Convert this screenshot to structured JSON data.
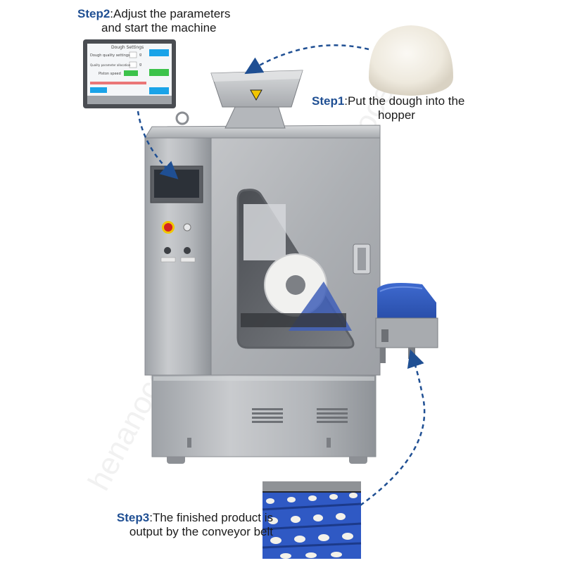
{
  "steps": {
    "step1": {
      "number": "Step1",
      "text_line1": "Put the dough into the",
      "text_line2": "hopper"
    },
    "step2": {
      "number": "Step2",
      "text_line1": "Adjust the parameters",
      "text_line2": "and start the machine"
    },
    "step3": {
      "number": "Step3",
      "text_line1": "The finished product is",
      "text_line2": "output by the conveyor belt"
    }
  },
  "hmi_screen": {
    "title": "Dough Settings",
    "row1_label": "Dough quality settings",
    "row1_unit": "g",
    "row2_label": "Quality parameter allocation",
    "row2_unit": "g",
    "row3_label": "Piston speed"
  },
  "watermark": "henanocean",
  "colors": {
    "step_accent": "#1f4f93",
    "arrow": "#1f4f93",
    "steel": "#b9bcc0",
    "belt": "#2f55b8"
  }
}
